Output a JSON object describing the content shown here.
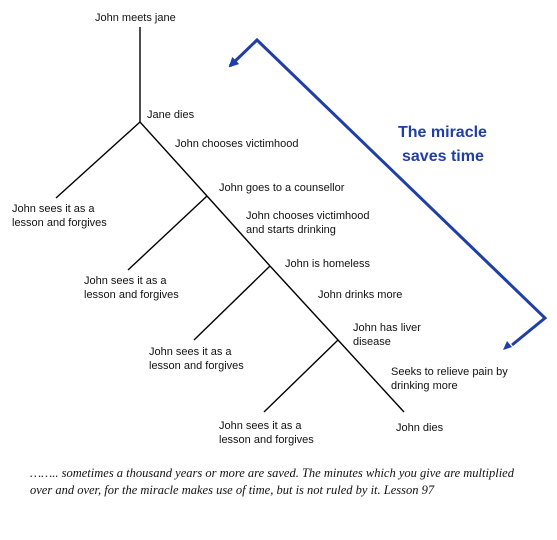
{
  "diagram": {
    "line_color": "#000000",
    "arrow_color": "#1f3fa6",
    "callout": {
      "line1": "The miracle",
      "line2": "saves time"
    },
    "labels": {
      "meets": "John meets jane",
      "jane_dies": "Jane dies",
      "victim1": "John chooses victimhood",
      "forgive1_l1": "John sees it as a",
      "forgive1_l2": "lesson and forgives",
      "counsellor": "John goes to a counsellor",
      "victim2_l1": "John chooses victimhood",
      "victim2_l2": "and starts drinking",
      "forgive2_l1": "John sees it as a",
      "forgive2_l2": "lesson and forgives",
      "homeless": "John is homeless",
      "drinks_more": "John drinks more",
      "forgive3_l1": "John sees it as a",
      "forgive3_l2": "lesson and forgives",
      "liver_l1": "John has liver",
      "liver_l2": "disease",
      "relieve_l1": "Seeks to relieve pain by",
      "relieve_l2": "drinking more",
      "forgive4_l1": "John sees it as a",
      "forgive4_l2": "lesson and forgives",
      "dies": "John dies"
    }
  },
  "quote": {
    "text": "……..  sometimes a thousand years or more are saved. The minutes which you give are multiplied over and over, for the miracle makes use of time, but is not ruled by it.   Lesson 97"
  }
}
